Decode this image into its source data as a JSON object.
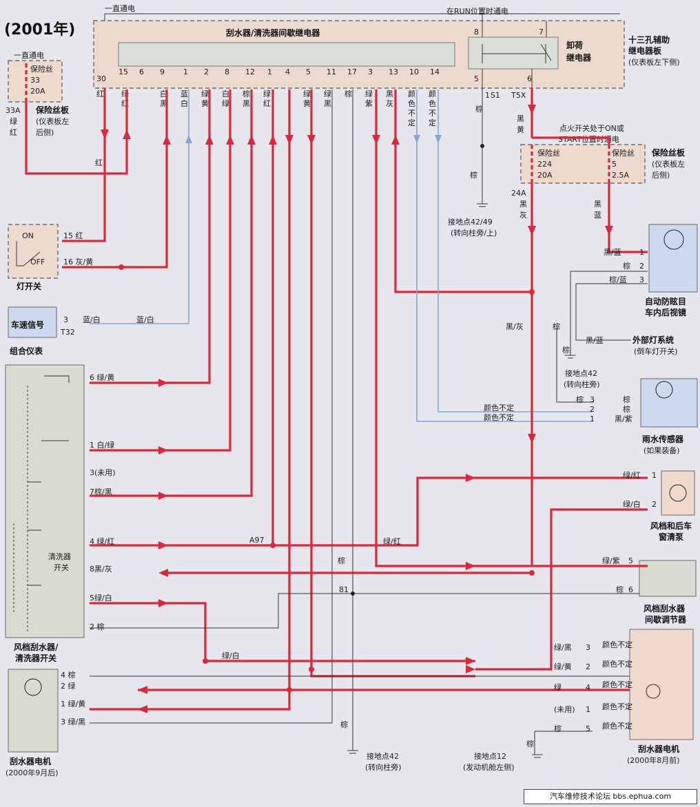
{
  "title": "(2001年)",
  "always_on_top": "一直通电",
  "always_on_left": "一直通电",
  "run_on": "在RUN位置时通电",
  "relay": {
    "name": "刮水器/清洗器间歇继电器"
  },
  "relay_panel": {
    "name": "十三孔辅助",
    "name2": "继电器板",
    "loc": "(仪表板左下侧)"
  },
  "unload_relay": {
    "l1": "卸荷",
    "l2": "继电器"
  },
  "pins": [
    "15",
    "6",
    "9",
    "1",
    "2",
    "8",
    "12",
    "1",
    "4",
    "5",
    "11",
    "17",
    "3",
    "13",
    "10",
    "14"
  ],
  "pin_colors": [
    "绿红",
    "白黑",
    "蓝白",
    "绿黄",
    "白绿",
    "棕黑",
    "绿红",
    "绿黄",
    "绿黑",
    "棕",
    "绿紫",
    "黑灰",
    "颜色不定",
    "颜色不定"
  ],
  "pin30": "30",
  "wire_red_top": "红",
  "fuse33": {
    "l1": "保险丝",
    "l2": "33",
    "l3": "20A"
  },
  "fuse33_wire": {
    "a": "33A",
    "b": "绿",
    "c": "红",
    "mid": "红"
  },
  "fuse_board_left": {
    "l1": "保险丝板",
    "l2": "(仪表板左",
    "l3": "后侧)"
  },
  "s1": {
    "num": "1",
    "name": "S1",
    "wire": "棕"
  },
  "t5x": {
    "num": "6",
    "name": "T5X",
    "w1": "黑",
    "w2": "黄"
  },
  "relay_pins_right": {
    "p8": "8",
    "p7": "7",
    "p5": "5",
    "p6": "6"
  },
  "ign_on": {
    "l1": "点火开关处于ON或",
    "l2": "START位置时通电"
  },
  "fuse224": {
    "l1": "保险丝",
    "l2": "224",
    "l3": "20A"
  },
  "fuse5": {
    "l1": "保险丝",
    "l2": "5",
    "l3": "2.5A"
  },
  "fuse_board_right": {
    "l1": "保险丝板",
    "l2": "(仪表板左",
    "l3": "后侧)"
  },
  "w24a": {
    "a": "24A",
    "b": "黑",
    "c": "灰"
  },
  "w_blk_blue": {
    "a": "黑",
    "b": "蓝"
  },
  "ground4249": {
    "wire": "棕",
    "l1": "接地点42/49",
    "l2": "(转向柱旁/上)"
  },
  "light_switch": {
    "on": "ON",
    "off": "OFF",
    "name": "灯开关",
    "w15": "15 红",
    "w16": "16 灰/黄"
  },
  "speed": {
    "name": "车速信号",
    "pin": "3",
    "conn": "T32",
    "w1": "蓝/白",
    "w2": "蓝/白",
    "panel": "组合仪表"
  },
  "mirror": {
    "w1": "黑/蓝",
    "p1": "1",
    "w2": "棕",
    "p2": "2",
    "w3": "棕/蓝",
    "p3": "3",
    "name1": "自动防眩目",
    "name2": "车内后视镜"
  },
  "mid_right": {
    "blk_gray": "黑/灰",
    "brown": "棕",
    "brown2": "棕",
    "blk_blue": "黑/蓝",
    "ext1": "外部灯系统",
    "ext2": "(倒车灯开关)",
    "gnd1": "接地点42",
    "gnd2": "(转向柱旁)"
  },
  "rain": {
    "name1": "雨水传感器",
    "name2": "(如果装备)",
    "p3": "3",
    "p2": "2",
    "p1": "1",
    "w3": "棕",
    "w2": "棕",
    "w1": "黑/紫",
    "wa": "棕",
    "wb": "颜色不定",
    "wc": "颜色不定"
  },
  "wsw": {
    "name1": "风档刮水器/",
    "name2": "清洗器开关",
    "washer1": "清洗器",
    "washer2": "开关",
    "lines": [
      "6 绿/黄",
      "1 白/绿",
      "3(未用)",
      "7棕/黑",
      "4 绿/红",
      "8黑/灰",
      "5绿/白",
      "2 棕"
    ]
  },
  "pump": {
    "name1": "风档和后车",
    "name2": "窗清泵",
    "w1": "绿/红",
    "p1": "1",
    "w2": "绿/白",
    "p2": "2"
  },
  "a97": "A97",
  "w_gr_red": "绿/红",
  "w_brown_mid": "棕",
  "w81": "81",
  "regulator": {
    "name1": "风档刮水器",
    "name2": "间歇调节器",
    "w5": "绿/紫",
    "p5": "5",
    "w6": "棕",
    "p6": "6"
  },
  "motor_new": {
    "name": "刮水器电机",
    "date": "(2000年9月后)",
    "lines": [
      "4 棕",
      "2 绿",
      "1 绿/黄",
      "3 绿/黑"
    ]
  },
  "motor_old": {
    "name": "刮水器电机",
    "date": "(2000年8月前)",
    "lines": [
      {
        "w": "绿/黑",
        "p": "3"
      },
      {
        "w": "绿/黄",
        "p": "2"
      },
      {
        "w": "绿",
        "p": "4"
      },
      {
        "w": "(未用)",
        "p": "1"
      },
      {
        "w": "棕",
        "p": "5"
      }
    ],
    "colorless": "颜色不定"
  },
  "w_green_white": "绿/白",
  "gnd42": {
    "wire": "棕",
    "l1": "接地点42",
    "l2": "(转向柱旁)"
  },
  "gnd12": {
    "wire": "棕",
    "l1": "接地点12",
    "l2": "(发动机舱左侧)"
  },
  "watermark": "汽车维修技术论坛 bbs.ephua.com"
}
